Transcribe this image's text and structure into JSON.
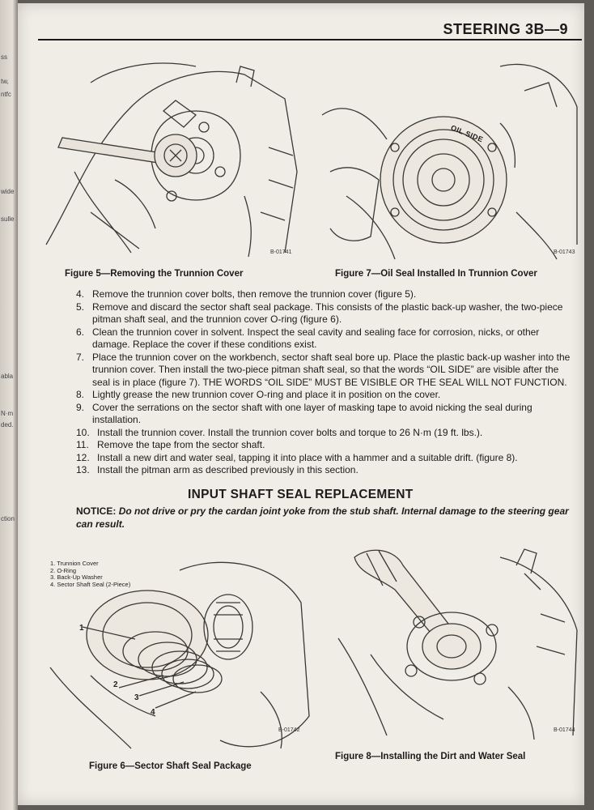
{
  "header": {
    "title": "STEERING 3B—9"
  },
  "left_page_fragments": [
    "ss",
    "tw,",
    "ntfc",
    "wide",
    "sulle",
    "abla",
    "N·m",
    "ded.",
    "ction"
  ],
  "figures": {
    "fig5": {
      "code": "B-01741",
      "caption": "Figure 5—Removing the Trunnion Cover"
    },
    "fig7": {
      "code": "B-01743",
      "caption": "Figure 7—Oil Seal Installed In Trunnion Cover",
      "stamp": "OIL SIDE"
    },
    "fig6": {
      "code": "B-01742",
      "caption": "Figure 6—Sector Shaft Seal Package",
      "legend": [
        "1. Trunnion Cover",
        "2. O-Ring",
        "3. Back-Up Washer",
        "4. Sector Shaft Seal (2-Piece)"
      ],
      "callouts": [
        "1",
        "2",
        "3",
        "4"
      ]
    },
    "fig8": {
      "code": "B-01744",
      "caption": "Figure 8—Installing the Dirt and Water Seal"
    }
  },
  "steps": [
    {
      "num": "4.",
      "text": "Remove the trunnion cover bolts, then remove the trunnion cover (figure 5)."
    },
    {
      "num": "5.",
      "text": "Remove and discard the sector shaft seal package. This consists of the plastic back-up washer, the two-piece pitman shaft seal, and the trunnion cover O-ring (figure 6)."
    },
    {
      "num": "6.",
      "text": "Clean the trunnion cover in solvent. Inspect the seal cavity and sealing face for corrosion, nicks, or other damage. Replace the cover if these conditions exist."
    },
    {
      "num": "7.",
      "text": "Place the trunnion cover on the workbench, sector shaft seal bore up. Place the plastic back-up washer into the trunnion cover. Then install the two-piece pitman shaft seal, so that the words “OIL SIDE” are visible after the seal is in place (figure 7). THE WORDS “OIL SIDE” MUST BE VISIBLE OR THE SEAL WILL NOT FUNCTION."
    },
    {
      "num": "8.",
      "text": "Lightly grease the new trunnion cover O-ring and place it in position on the cover."
    },
    {
      "num": "9.",
      "text": "Cover the serrations on the sector shaft with one layer of masking tape to avoid nicking the seal during installation."
    },
    {
      "num": "10.",
      "text": "Install the trunnion cover. Install the trunnion cover bolts and torque to 26 N·m (19 ft. lbs.)."
    },
    {
      "num": "11.",
      "text": "Remove the tape from the sector shaft."
    },
    {
      "num": "12.",
      "text": "Install a new dirt and water seal, tapping it into place with a hammer and a suitable drift. (figure 8)."
    },
    {
      "num": "13.",
      "text": "Install the pitman arm as described previously in this section."
    }
  ],
  "section": {
    "title": "INPUT SHAFT SEAL REPLACEMENT",
    "notice_label": "NOTICE:",
    "notice_text": "Do not drive or pry the cardan joint yoke from the stub shaft. Internal damage to the steering gear can result."
  }
}
